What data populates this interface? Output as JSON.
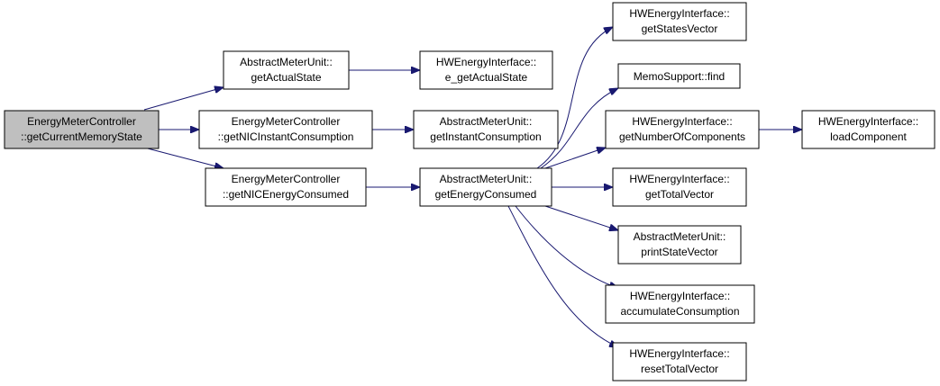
{
  "colors": {
    "root_fill": "#bfbfbf",
    "node_fill": "#ffffff",
    "node_stroke": "#000000",
    "edge": "#191970"
  },
  "nodes": {
    "root": {
      "line1": "EnergyMeterController",
      "line2": "::getCurrentMemoryState"
    },
    "amu_getActualState": {
      "line1": "AbstractMeterUnit::",
      "line2": "getActualState"
    },
    "hw_e_getActualState": {
      "line1": "HWEnergyInterface::",
      "line2": "e_getActualState"
    },
    "emc_getNICInstantConsumption": {
      "line1": "EnergyMeterController",
      "line2": "::getNICInstantConsumption"
    },
    "amu_getInstantConsumption": {
      "line1": "AbstractMeterUnit::",
      "line2": "getInstantConsumption"
    },
    "emc_getNICEnergyConsumed": {
      "line1": "EnergyMeterController",
      "line2": "::getNICEnergyConsumed"
    },
    "amu_getEnergyConsumed": {
      "line1": "AbstractMeterUnit::",
      "line2": "getEnergyConsumed"
    },
    "hw_getStatesVector": {
      "line1": "HWEnergyInterface::",
      "line2": "getStatesVector"
    },
    "memo_find": {
      "line1": "MemoSupport::find"
    },
    "hw_getNumberOfComponents": {
      "line1": "HWEnergyInterface::",
      "line2": "getNumberOfComponents"
    },
    "hw_loadComponent": {
      "line1": "HWEnergyInterface::",
      "line2": "loadComponent"
    },
    "hw_getTotalVector": {
      "line1": "HWEnergyInterface::",
      "line2": "getTotalVector"
    },
    "amu_printStateVector": {
      "line1": "AbstractMeterUnit::",
      "line2": "printStateVector"
    },
    "hw_accumulateConsumption": {
      "line1": "HWEnergyInterface::",
      "line2": "accumulateConsumption"
    },
    "hw_resetTotalVector": {
      "line1": "HWEnergyInterface::",
      "line2": "resetTotalVector"
    }
  }
}
